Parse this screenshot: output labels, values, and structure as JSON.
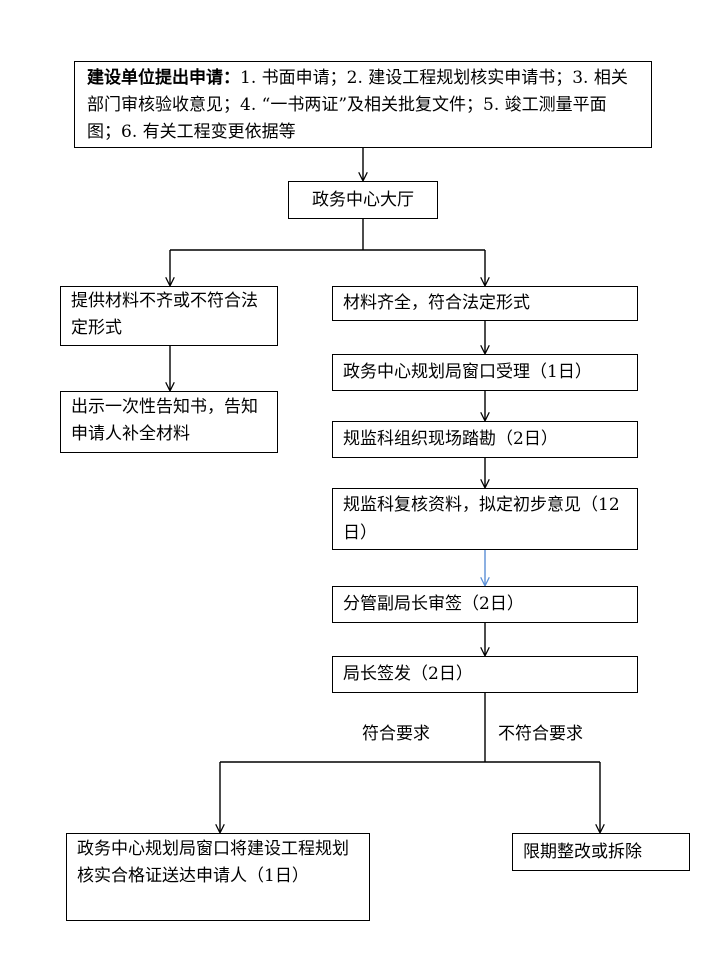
{
  "nodes": {
    "apply_lead": "建设单位提出申请：",
    "apply_rest": "1. 书面申请；2. 建设工程规划核实申请书；3. 相关部门审核验收意见；4. “一书两证”及相关批复文件；5. 竣工测量平面图；6. 有关工程变更依据等",
    "hall": "政务中心大厅",
    "incomplete": "提供材料不齐或不符合法定形式",
    "notify": "出示一次性告知书，告知申请人补全材料",
    "complete": "材料齐全，符合法定形式",
    "accept": "政务中心规划局窗口受理（1日）",
    "survey": "规监科组织现场踏勘（2日）",
    "review": "规监科复核资料，拟定初步意见（12日）",
    "deputy": "分管副局长审签（2日）",
    "director": "局长签发（2日）",
    "deliver": "政务中心规划局窗口将建设工程规划核实合格证送达申请人（1日）",
    "rectify": "限期整改或拆除"
  },
  "edges": {
    "meets": "符合要求",
    "fails": "不符合要求"
  },
  "colors": {
    "line": "#000000",
    "highlight_arrow": "#5b8fd6"
  }
}
